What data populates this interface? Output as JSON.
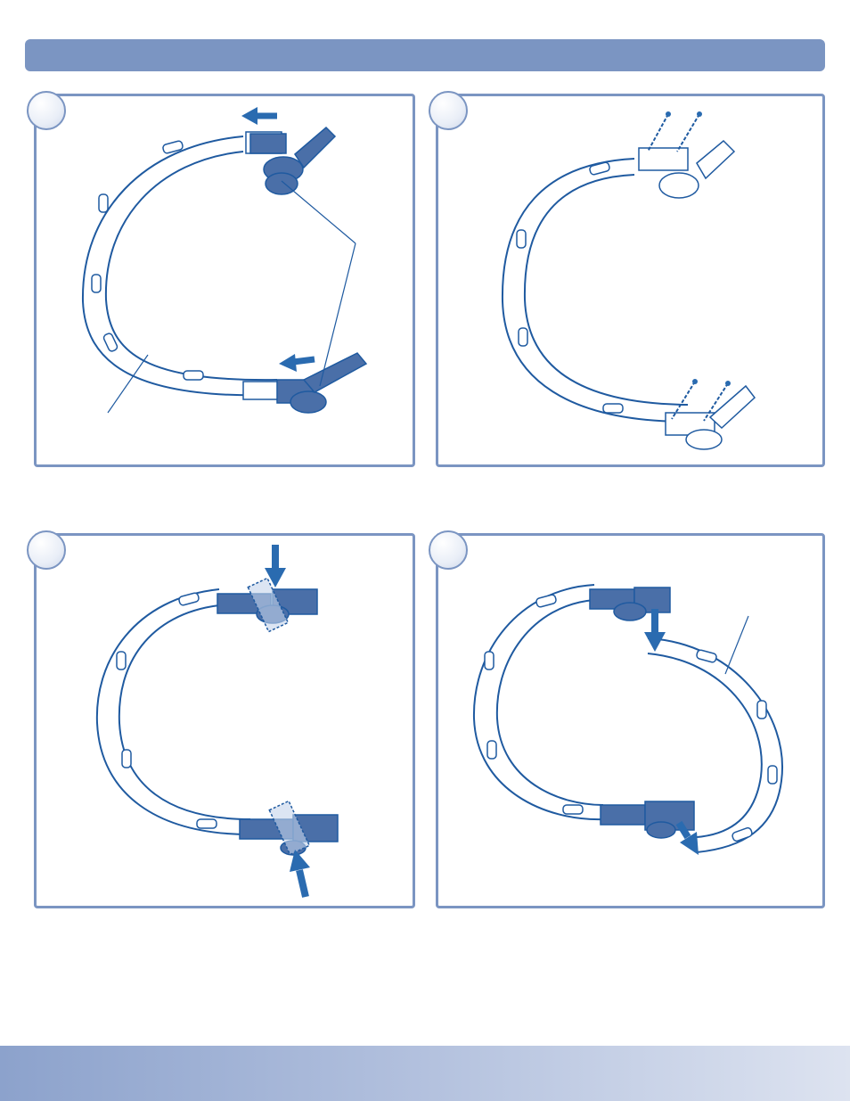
{
  "colors": {
    "accent": "#7b95c2",
    "line": "#1f5aa0",
    "part_fill": "#4a6fa8",
    "arrow": "#2a6bb0"
  },
  "steps": [
    {
      "icon": "frame-assembly-step-1-illustration"
    },
    {
      "icon": "frame-assembly-step-2-illustration"
    },
    {
      "icon": "frame-assembly-step-3-illustration"
    },
    {
      "icon": "frame-assembly-step-4-illustration"
    }
  ]
}
